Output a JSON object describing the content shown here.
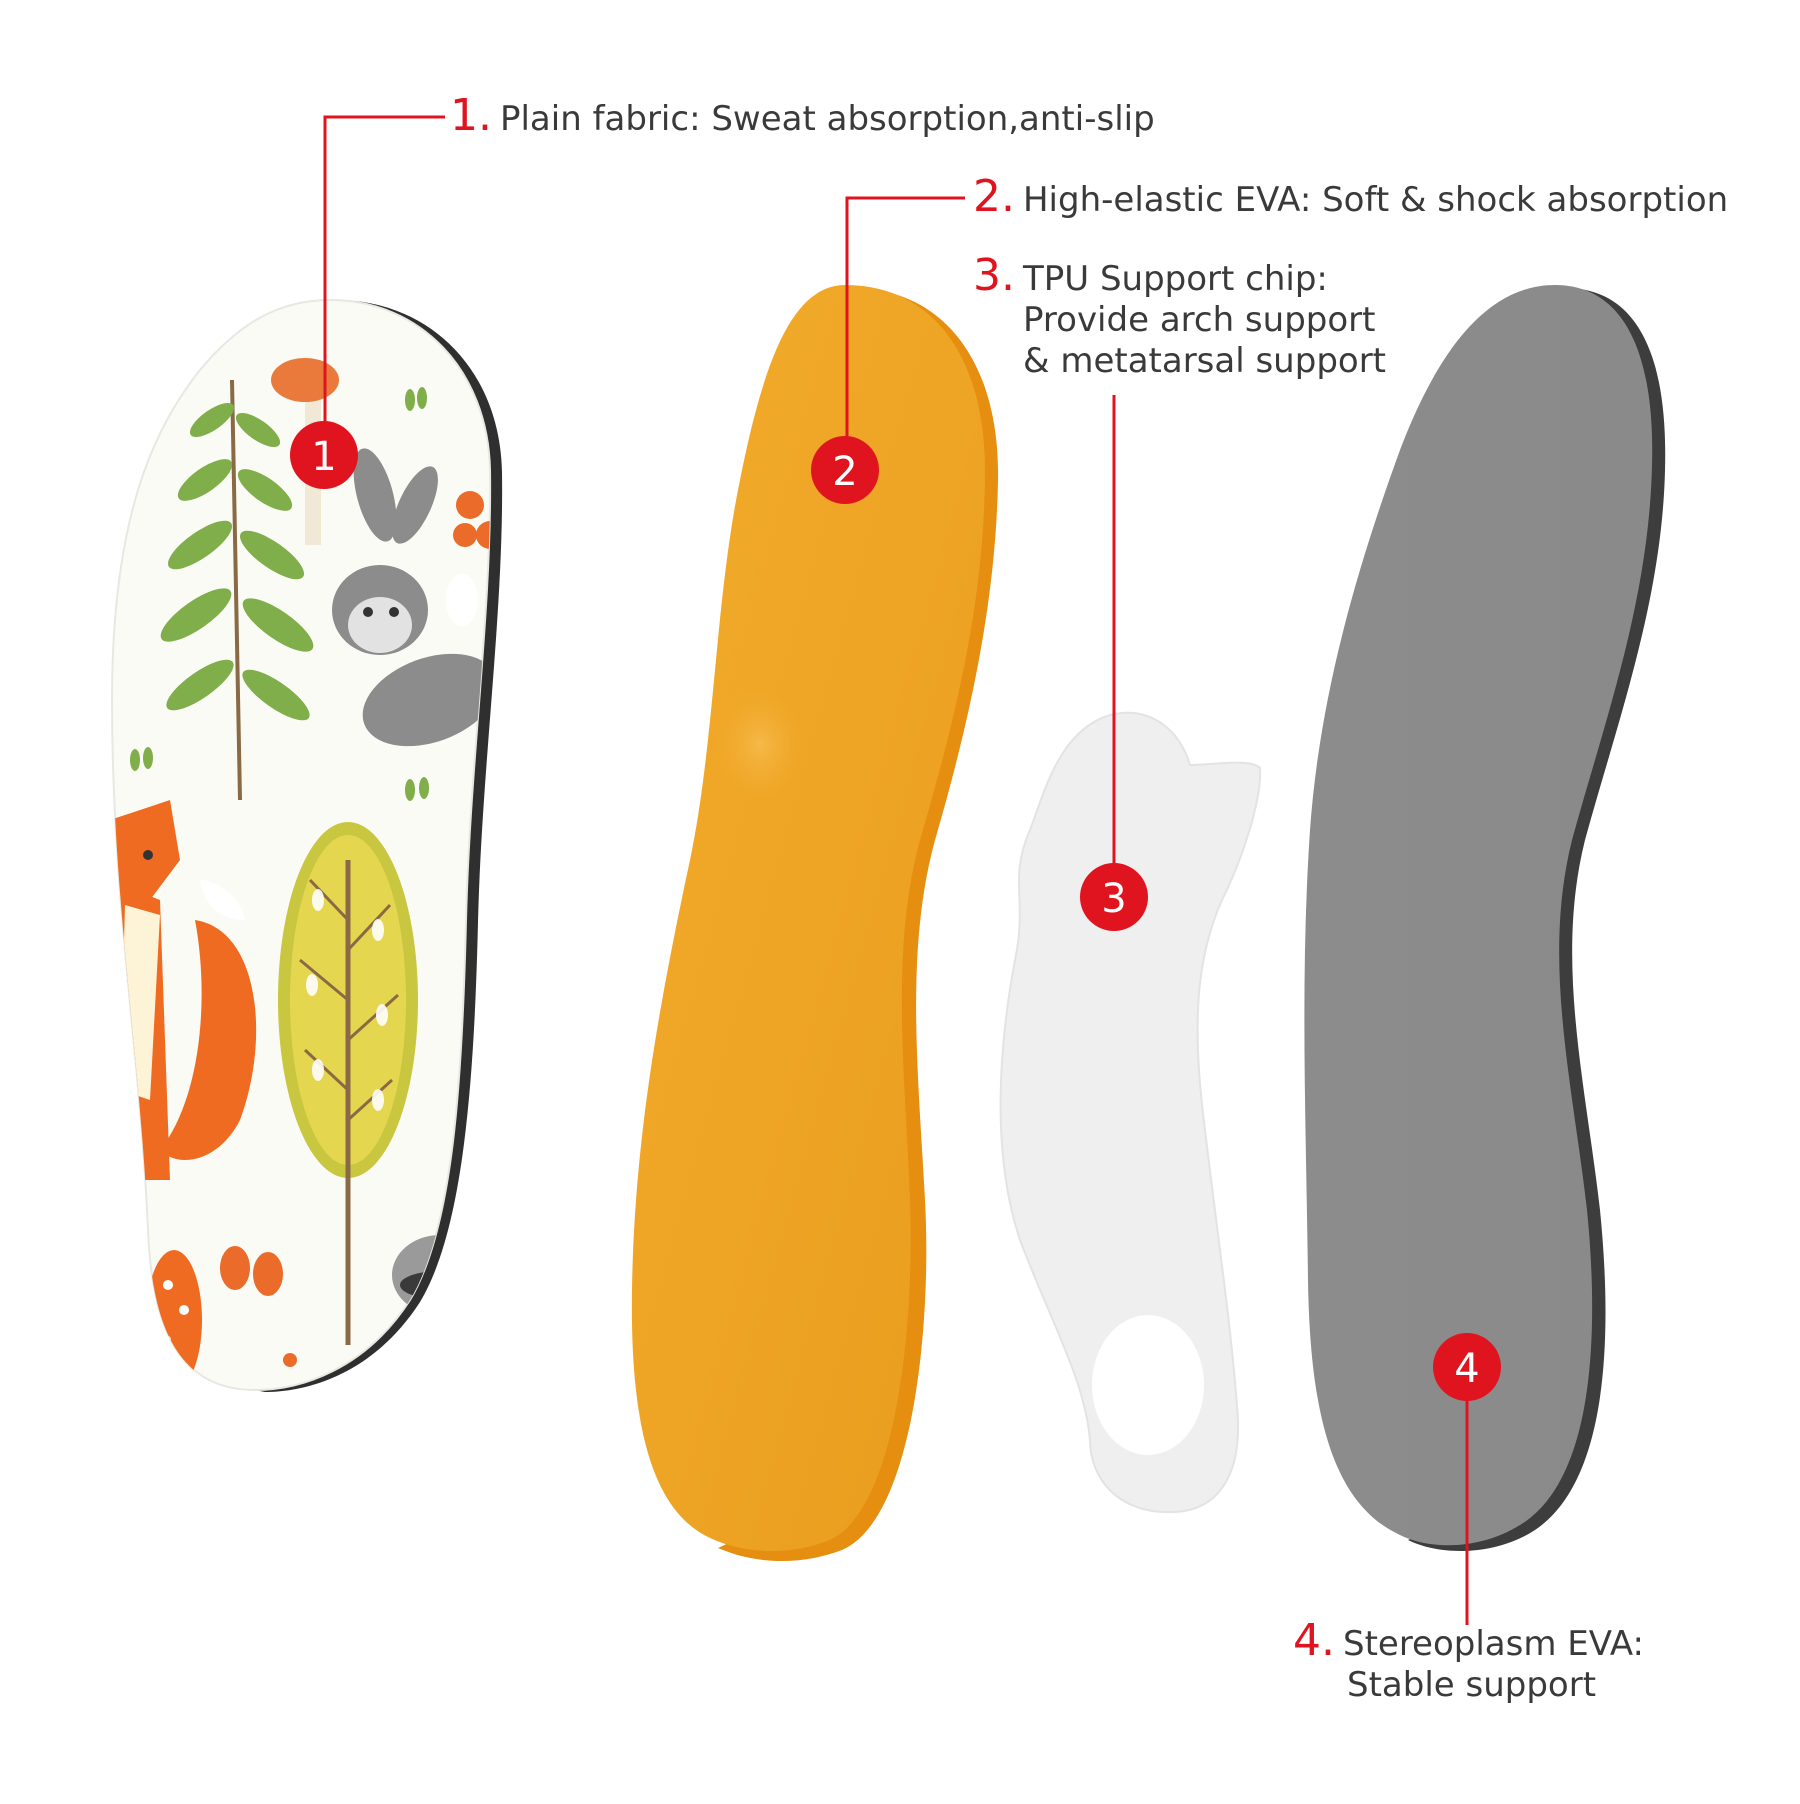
{
  "accent_color": "#e0141e",
  "layers": [
    {
      "id": "1",
      "number": "1.",
      "badge": "1",
      "lines": [
        "Plain fabric: Sweat absorption,anti-slip"
      ],
      "icon": "patterned-insole-layer",
      "color": "#fbfbf6"
    },
    {
      "id": "2",
      "number": "2.",
      "badge": "2",
      "lines": [
        "High-elastic EVA: Soft & shock absorption"
      ],
      "icon": "yellow-eva-layer",
      "color": "#f0a726"
    },
    {
      "id": "3",
      "number": "3.",
      "badge": "3",
      "lines": [
        "TPU Support chip:",
        "Provide arch support",
        "& metatarsal support"
      ],
      "icon": "tpu-support-chip",
      "color": "#eeeeee"
    },
    {
      "id": "4",
      "number": "4.",
      "badge": "4",
      "lines": [
        "Stereoplasm EVA:",
        "Stable support"
      ],
      "icon": "grey-eva-base-layer",
      "color": "#8a8a8a"
    }
  ]
}
